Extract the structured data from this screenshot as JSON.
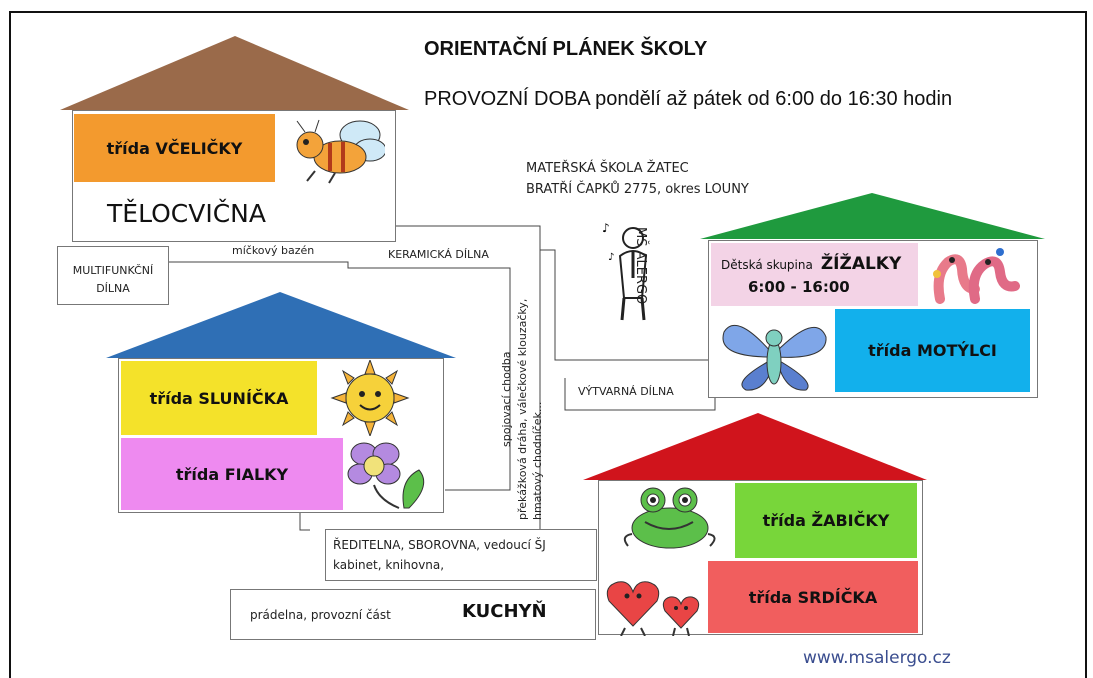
{
  "header": {
    "title": "ORIENTAČNÍ PLÁNEK ŠKOLY",
    "hours": "PROVOZNÍ DOBA  pondělí až pátek od 6:00 do 16:30 hodin"
  },
  "school": {
    "name": "MATEŘSKÁ ŠKOLA ŽATEC",
    "address": "BRATŘÍ ČAPKŮ 2775, okres LOUNY",
    "logo_text": "MŠ ALERGO"
  },
  "rooms": {
    "vcelicky": "třída VČELIČKY",
    "telocvicna": "TĚLOCVIČNA",
    "micek": "míčkový bazén",
    "multi_line1": "MULTIFUNKČNÍ",
    "multi_line2": "DÍLNA",
    "keramicka": "KERAMICKÁ DÍLNA",
    "chodba_1": "spojovací chodba",
    "chodba_2": "překážková dráha, válečkové klouzačky,",
    "chodba_3": "hmatový chodníček...",
    "zizalky_prefix": "Dětská skupina",
    "zizalky_name": "ŽÍŽALKY",
    "zizalky_time": "6:00  -  16:00",
    "motylci": "třída MOTÝLCI",
    "vytvarna": "VÝTVARNÁ DÍLNA",
    "slunicka": "třída SLUNÍČKA",
    "fialky": "třída FIALKY",
    "zabicky": "třída ŽABIČKY",
    "srdicka": "třída  SRDÍČKA",
    "reditelna": "ŘEDITELNA, SBOROVNA, vedoucí ŠJ",
    "kabinet": "kabinet, knihovna,",
    "pradelna": "prádelna, provozní část",
    "kuchyn": "KUCHYŇ"
  },
  "footer": {
    "web": "www.msalergo.cz"
  },
  "colors": {
    "roof_brown": "#9a6a4a",
    "roof_green": "#1f9a3e",
    "roof_blue": "#2f6fb5",
    "roof_red": "#d0141c",
    "vcelicky": "#f39a2e",
    "zizalky": "#f3d3e6",
    "motylci": "#12b0ec",
    "slunicka": "#f4e22a",
    "fialky": "#ee8af0",
    "zabicky": "#78d63a",
    "srdicka": "#f15e5e"
  }
}
